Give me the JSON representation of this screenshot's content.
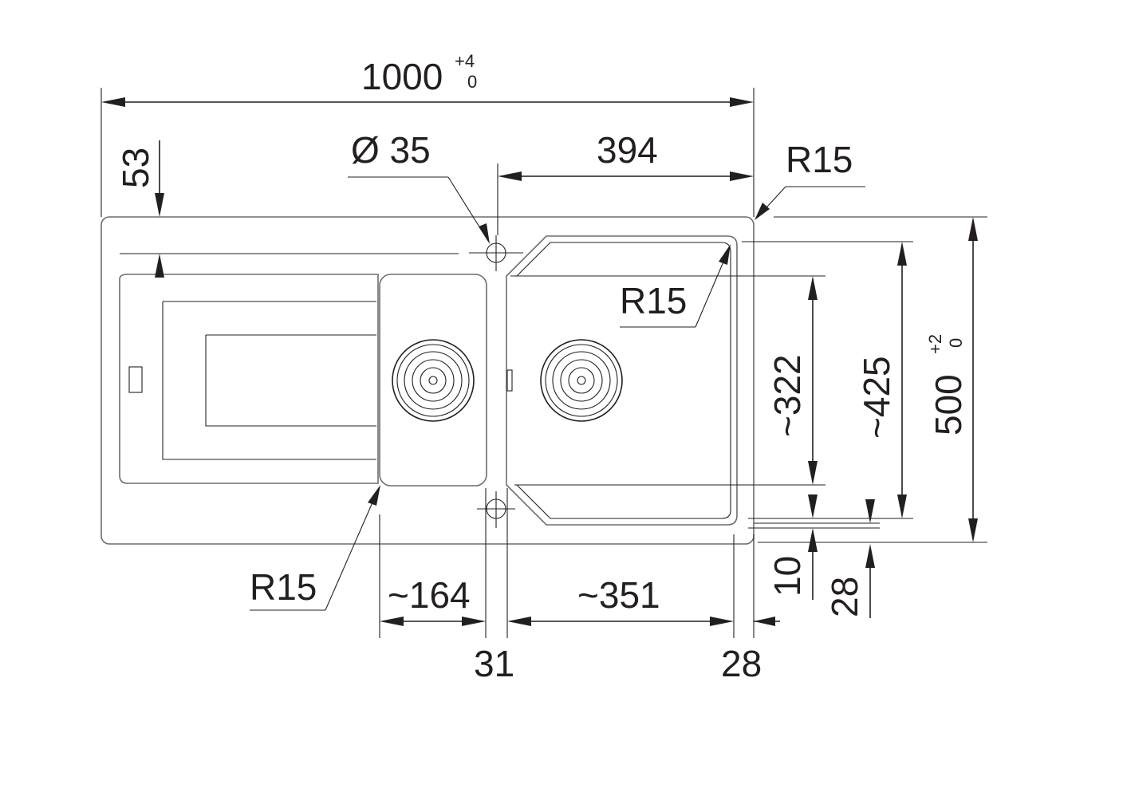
{
  "dimensions": {
    "overall_width": "1000",
    "overall_width_tol_plus": "+4",
    "overall_width_tol_minus": "0",
    "tap_hole_diameter": "Ø 35",
    "right_bowl_offset": "394",
    "corner_radius_top_right": "R15",
    "top_margin": "53",
    "inner_radius_right_bowl": "R15",
    "bowl_depth_322": "~322",
    "bowl_depth_425": "~425",
    "overall_depth": "500",
    "overall_depth_tol_plus": "+2",
    "overall_depth_tol_minus": "0",
    "inner_radius_left": "R15",
    "small_bowl_width": "~164",
    "large_bowl_width": "~351",
    "center_gap": "31",
    "right_rim": "28",
    "bottom_offset_10": "10",
    "bottom_offset_28": "28"
  },
  "components": {
    "small_bowl_strainer": "strainer",
    "large_bowl_strainer": "strainer",
    "drainer_board": "drainer"
  },
  "colors": {
    "line": "#231f20",
    "outline_gray": "#6d6e71",
    "background": "#ffffff"
  }
}
